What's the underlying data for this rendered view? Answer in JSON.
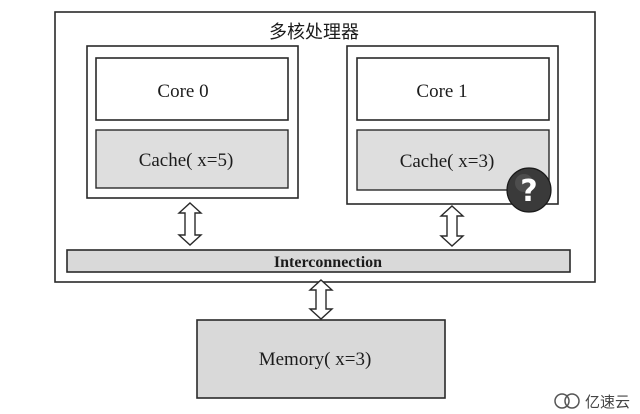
{
  "processor": {
    "title": "多核处理器",
    "cores": [
      {
        "core_label": "Core 0",
        "cache_label": "Cache( x=5)"
      },
      {
        "core_label": "Core 1",
        "cache_label": "Cache( x=3)"
      }
    ],
    "question_mark": "?",
    "interconnect_label": "Interconnection"
  },
  "memory": {
    "label": "Memory( x=3)"
  },
  "watermark": {
    "text": "亿速云"
  },
  "colors": {
    "gray_fill": "#d9d9d9",
    "question_badge": "#3a3a3a"
  }
}
